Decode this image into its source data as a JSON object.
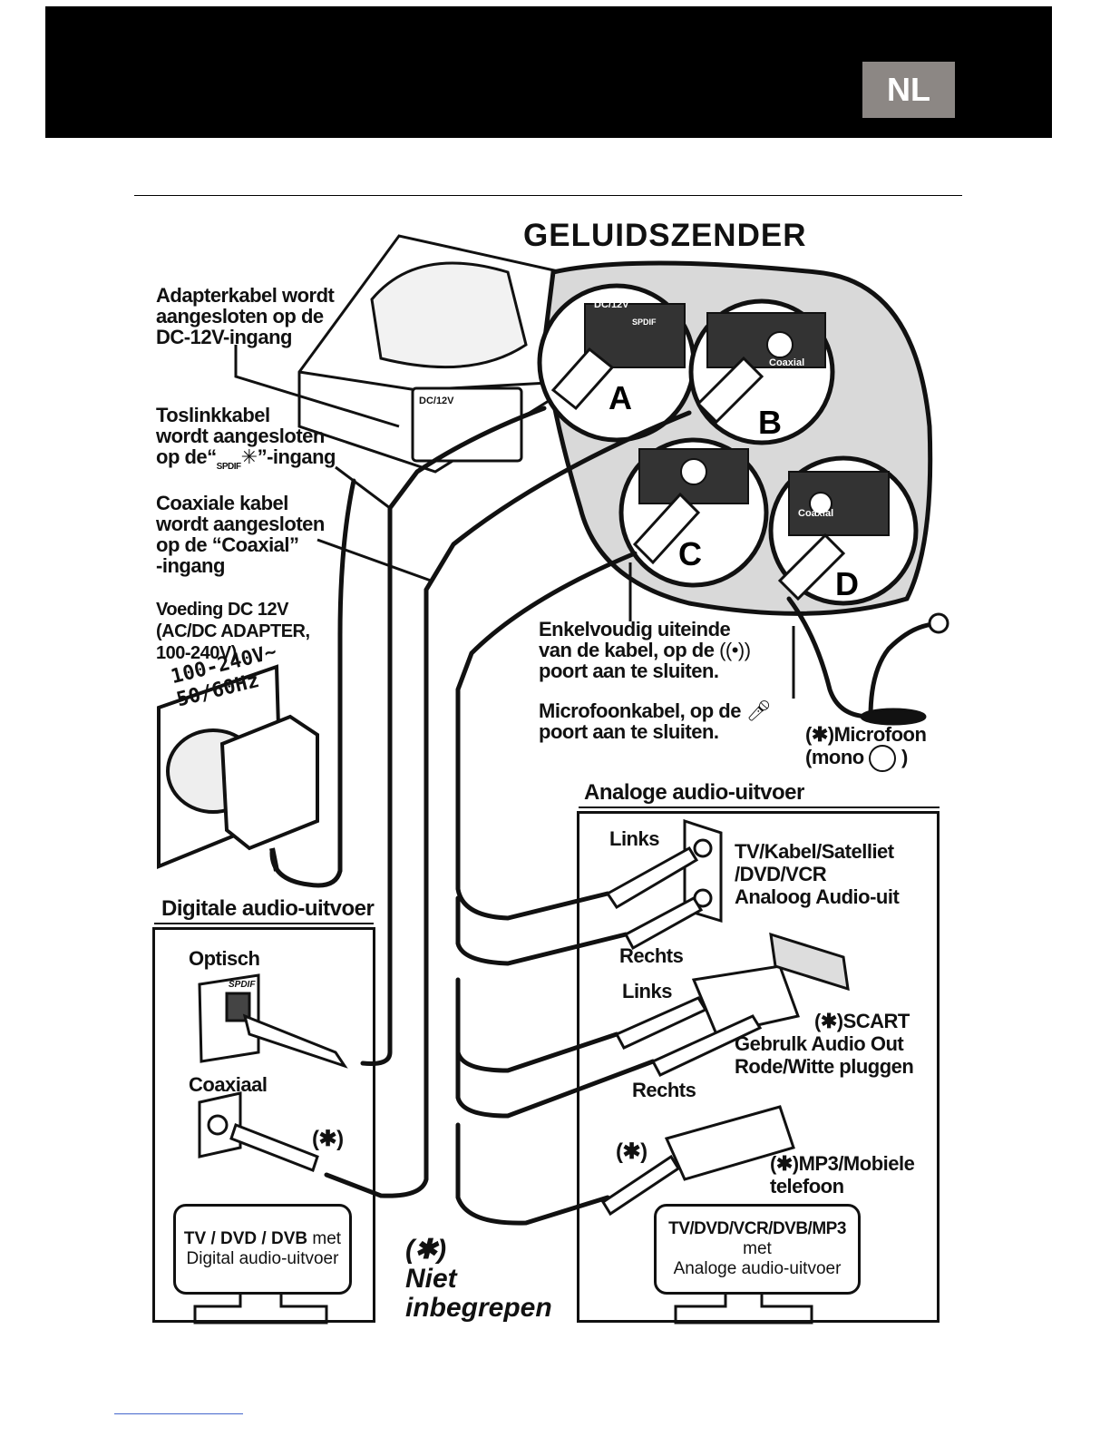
{
  "header": {
    "language_badge": "NL"
  },
  "diagram": {
    "title": "GELUIDSZENDER",
    "callouts": {
      "adapter": [
        "Adapterkabel wordt",
        "aangesloten op de",
        "DC-12V-ingang"
      ],
      "toslink": [
        "Toslinkkabel",
        "wordt aangesloten",
        "op de“",
        "”-ingang"
      ],
      "spdif_icon": "SPDIF",
      "coax": [
        "Coaxiale kabel",
        "wordt aangesloten",
        "op de “Coaxial”",
        "-ingang"
      ],
      "power": [
        "Voeding DC 12V",
        "(AC/DC ADAPTER,",
        "100-240V)"
      ],
      "single_end": [
        "Enkelvoudig uiteinde",
        "van de kabel, op de",
        "poort aan te sluiten."
      ],
      "mic_cable": [
        "Microfoonkabel, op de",
        "poort aan te sluiten."
      ],
      "microphone": [
        "(✱)Microfoon",
        "(mono",
        ")"
      ]
    },
    "adapter_plate": [
      "100-240V~",
      "50/60Hz"
    ],
    "port_labels": {
      "dc": "DC/12V",
      "spdif": "SPDIF",
      "coaxial": "Coaxial"
    },
    "zoom_letters": [
      "A",
      "B",
      "C",
      "D"
    ],
    "digital": {
      "heading": "Digitale audio-uitvoer",
      "optical": "Optisch",
      "optical_port": "SPDIF",
      "coaxial": "Coaxiaal",
      "coax_asterisk": "(✱)",
      "tv_line1_bold": "TV / DVD / DVB",
      "tv_line1_rest": " met",
      "tv_line2": "Digital audio-uitvoer"
    },
    "analog": {
      "heading": "Analoge audio-uitvoer",
      "links1": "Links",
      "rechts1": "Rechts",
      "source": [
        "TV/Kabel/Satelliet",
        "/DVD/VCR",
        "Analoog Audio-uit"
      ],
      "links2": "Links",
      "rechts2": "Rechts",
      "scart": [
        "(✱)SCART",
        "Gebrulk Audio Out",
        "Rode/Witte pluggen"
      ],
      "mp3_asterisk": "(✱)",
      "mp3": [
        "(✱)MP3/Mobiele",
        "telefoon"
      ],
      "tv": [
        "TV/DVD/VCR/DVB/MP3",
        "met",
        "Analoge  audio-uitvoer"
      ]
    },
    "note": [
      "(✱)",
      "Niet",
      "inbegrepen"
    ]
  },
  "colors": {
    "header_bg": "#000000",
    "badge_bg": "#8c8784",
    "zoom_panel": "#d9d9d9"
  }
}
